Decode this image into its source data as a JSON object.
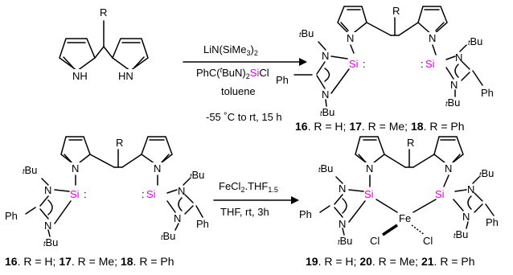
{
  "scheme": {
    "reaction1": {
      "reagent_line1": "LiN(SiMe",
      "reagent_line1_sub": "3",
      "reagent_line1_end": ")",
      "reagent_line1_sub2": "2",
      "reagent_line2_a": "PhC(",
      "reagent_line2_t": "t",
      "reagent_line2_b": "BuN)",
      "reagent_line2_sub": "2",
      "reagent_line2_si": "Si",
      "reagent_line2_c": "Cl",
      "solvent": "toluene",
      "conditions": "-55 ˚C to rt, 15 h"
    },
    "reaction2": {
      "reagent_a": "FeCl",
      "reagent_sub1": "2",
      "reagent_b": ".THF",
      "reagent_sub2": "1.5",
      "conditions": "THF, rt, 3h"
    },
    "start_material": {
      "substituent": "R",
      "nh_left": "NH",
      "nh_right": "HN"
    },
    "atoms": {
      "N": "N",
      "Si": "Si",
      "Ph": "Ph",
      "tBu_t": "t",
      "tBu_Bu": "Bu",
      "R": "R",
      "Fe": "Fe",
      "Cl": "Cl",
      "colon": ":"
    },
    "caption_top": [
      {
        "num": "16",
        "text": ". R = H; "
      },
      {
        "num": "17",
        "text": ". R = Me; "
      },
      {
        "num": "18",
        "text": ". R = Ph"
      }
    ],
    "caption_left": [
      {
        "num": "16",
        "text": ". R = H; "
      },
      {
        "num": "17",
        "text": ". R = Me; "
      },
      {
        "num": "18",
        "text": ". R = Ph"
      }
    ],
    "caption_right": [
      {
        "num": "19",
        "text": ". R = H; "
      },
      {
        "num": "20",
        "text": ". R = Me; "
      },
      {
        "num": "21",
        "text": ". R = Ph"
      }
    ]
  }
}
